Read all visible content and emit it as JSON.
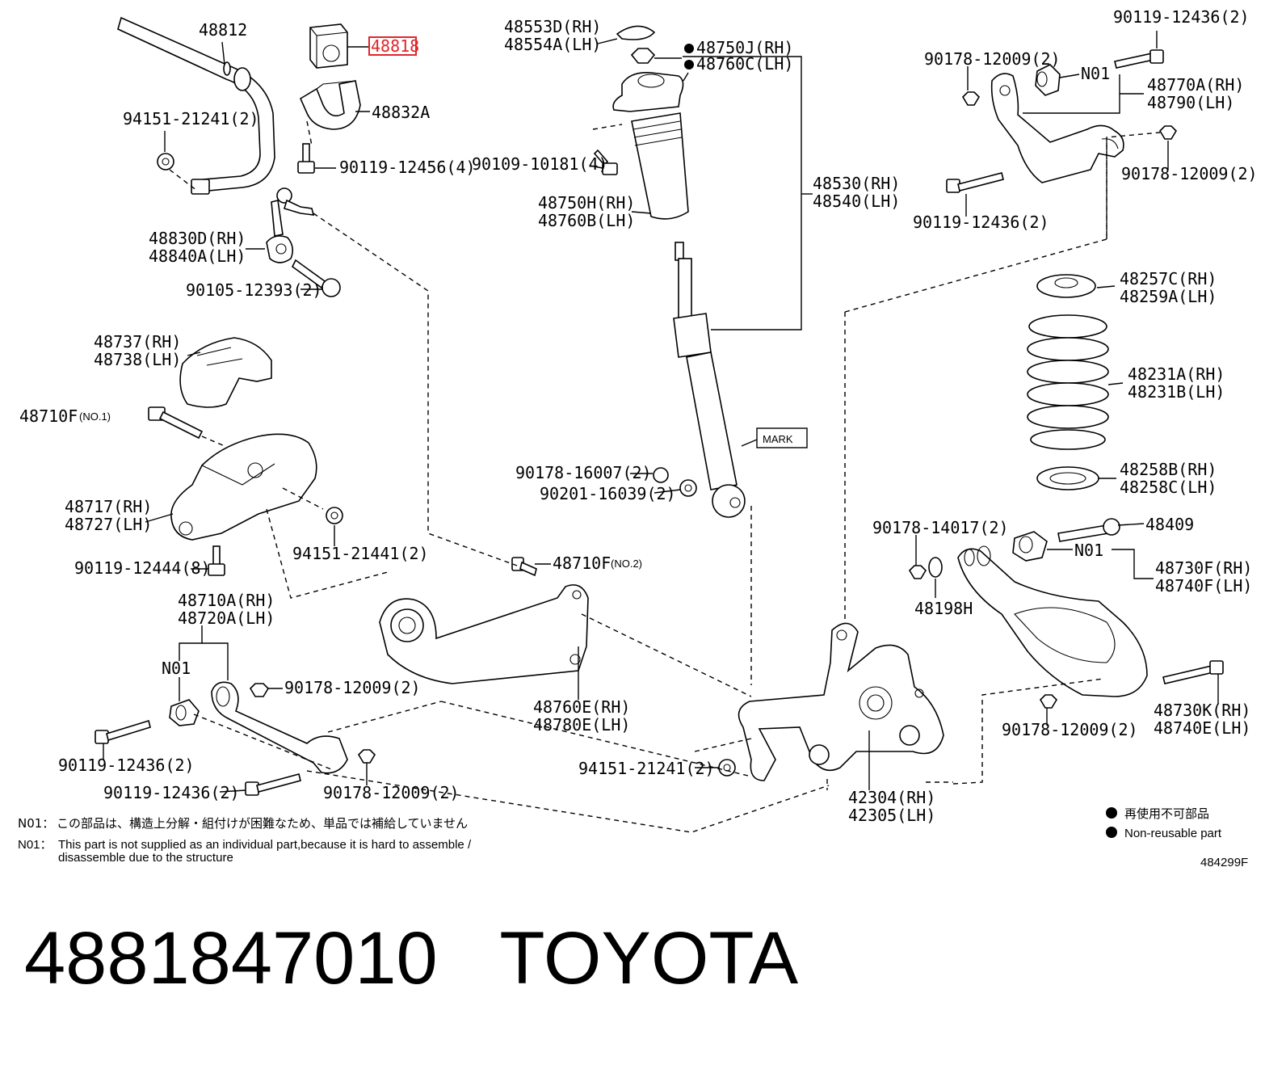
{
  "labels": {
    "l48812": "48812",
    "l48818": "48818",
    "l48832A": "48832A",
    "l94151_21241a": "94151-21241(2)",
    "l90119_12456": "90119-12456(4)",
    "l48830D": "48830D(RH)",
    "l48840A": "48840A(LH)",
    "l90105": "90105-12393(2)",
    "l48553D": "48553D(RH)",
    "l48554A": "48554A(LH)",
    "l48750J": "48750J(RH)",
    "l48760C": "48760C(LH)",
    "l90109": "90109-10181(4)",
    "l48750H": "48750H(RH)",
    "l48760B": "48760B(LH)",
    "l48530": "48530(RH)",
    "l48540": "48540(LH)",
    "l90119_12436_top": "90119-12436(2)",
    "l90178_12009_top": "90178-12009(2)",
    "lN01_top": "N01",
    "l48770A": "48770A(RH)",
    "l48790": "48790(LH)",
    "l90178_12009_r": "90178-12009(2)",
    "l90119_12436_tl": "90119-12436(2)",
    "l48257C": "48257C(RH)",
    "l48259A": "48259A(LH)",
    "l48231A": "48231A(RH)",
    "l48231B": "48231B(LH)",
    "l48258B": "48258B(RH)",
    "l48258C": "48258C(LH)",
    "l48737": "48737(RH)",
    "l48738": "48738(LH)",
    "l48710F_1": "48710F",
    "l48710F_1_note": "(NO.1)",
    "lMARK": "MARK",
    "l90178_16007": "90178-16007(2)",
    "l90201": "90201-16039(2)",
    "l48717": "48717(RH)",
    "l48727": "48727(LH)",
    "l94151_21441": "94151-21441(2)",
    "l90119_12444": "90119-12444(8)",
    "l48710F_2": "48710F",
    "l48710F_2_note": "(NO.2)",
    "l90178_14017": "90178-14017(2)",
    "l48409": "48409",
    "lN01_r": "N01",
    "l48730F": "48730F(RH)",
    "l48740F": "48740F(LH)",
    "l48198H": "48198H",
    "l48710A": "48710A(RH)",
    "l48720A": "48720A(LH)",
    "lN01_l": "N01",
    "l90178_12009_l": "90178-12009(2)",
    "l48760E": "48760E(RH)",
    "l48780E": "48780E(LH)",
    "l90119_12436_l1": "90119-12436(2)",
    "l90119_12436_l2": "90119-12436(2)",
    "l90178_12009_b": "90178-12009(2)",
    "l94151_21241b": "94151-21241(2)",
    "l42304": "42304(RH)",
    "l42305": "42305(LH)",
    "l48730K": "48730K(RH)",
    "l48740E": "48740E(LH)",
    "l90178_12009_br": "90178-12009(2)"
  },
  "notes": {
    "n01_tag_jp": "N01：",
    "n01_jp": "この部品は、構造上分解・組付けが困難なため、単品では補給していません",
    "n01_tag_en": "N01：",
    "n01_en_1": "This part is not supplied as an individual part,because it is hard to assemble /",
    "n01_en_2": "disassemble due to the structure"
  },
  "legend": {
    "jp": "再使用不可部品",
    "en": "Non-reusable part"
  },
  "diagram_code": "484299F",
  "caption": {
    "part_number": "4881847010",
    "brand": "TOYOTA"
  },
  "colors": {
    "highlight": "#e0262a",
    "ink": "#000000"
  }
}
